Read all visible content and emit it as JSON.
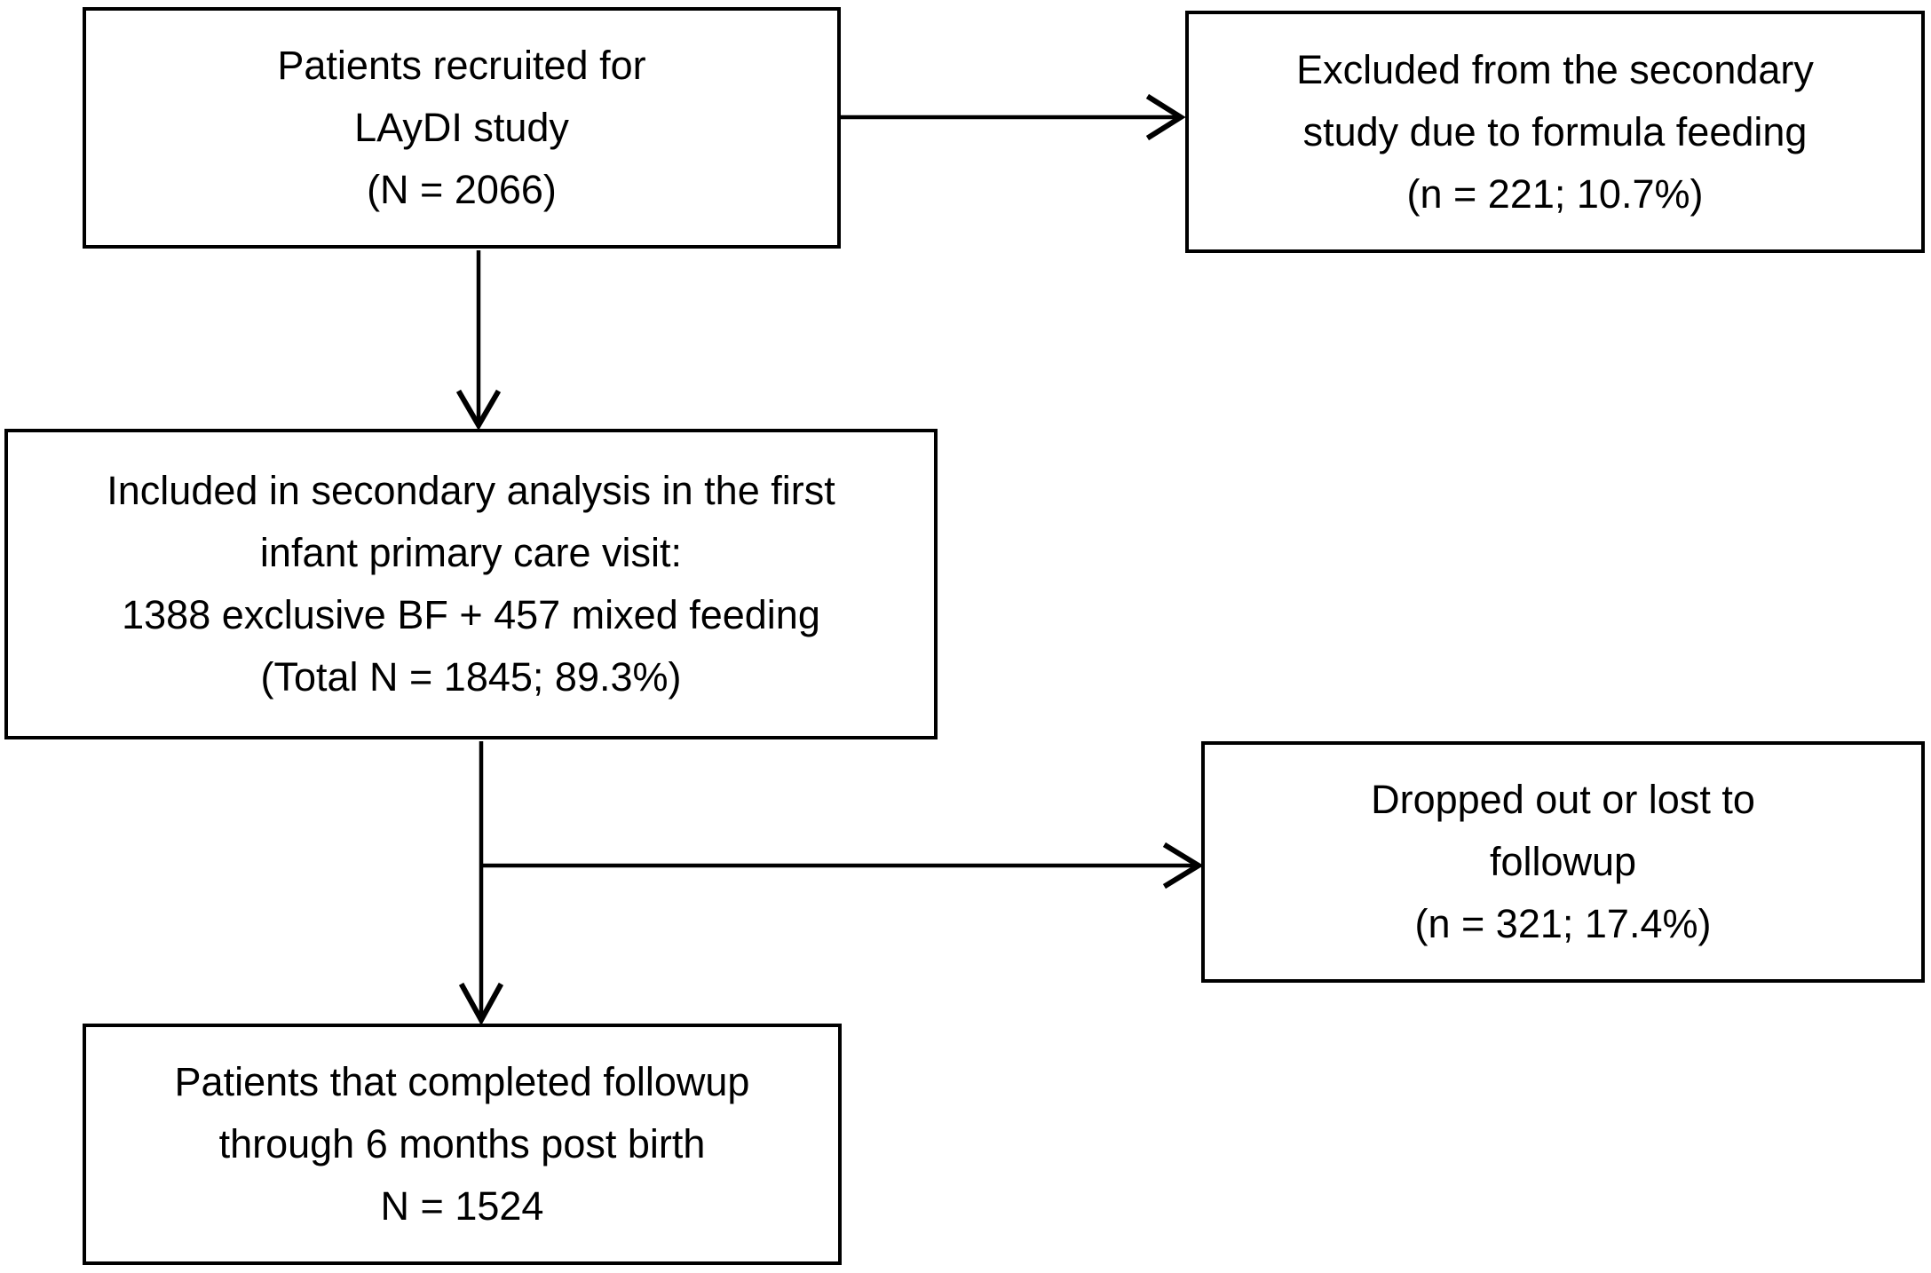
{
  "flowchart": {
    "colors": {
      "line": "#000000",
      "text": "#000000",
      "background": "#ffffff"
    },
    "boxes": {
      "recruited": {
        "lines": [
          "Patients recruited for",
          "LAyDI study",
          "(N = 2066)"
        ]
      },
      "excluded": {
        "lines": [
          "Excluded from the secondary",
          "study due to formula feeding",
          "(n = 221; 10.7%)"
        ]
      },
      "included": {
        "lines": [
          "Included in secondary analysis in the first",
          "infant primary care visit:",
          "1388 exclusive BF + 457 mixed feeding",
          "(Total N = 1845; 89.3%)"
        ]
      },
      "dropped": {
        "lines": [
          "Dropped out or lost to",
          "followup",
          "(n = 321; 17.4%)"
        ]
      },
      "completed": {
        "lines": [
          "Patients that completed followup",
          "through 6 months post birth",
          "N = 1524"
        ]
      }
    },
    "edges": [
      {
        "from": "recruited",
        "to": "excluded"
      },
      {
        "from": "recruited",
        "to": "included"
      },
      {
        "from": "included",
        "to": "dropped"
      },
      {
        "from": "included",
        "to": "completed"
      }
    ]
  }
}
